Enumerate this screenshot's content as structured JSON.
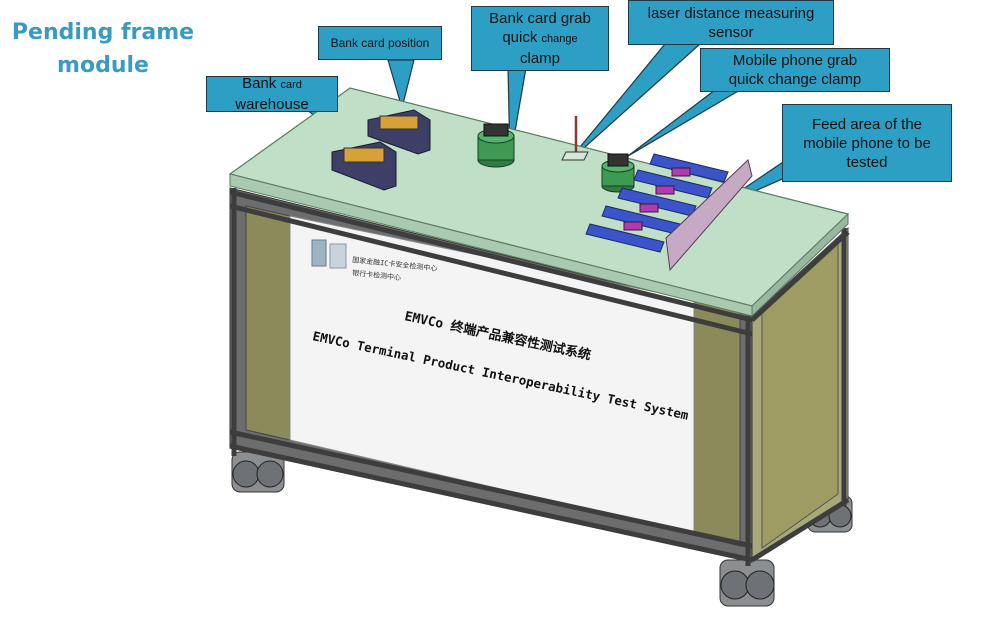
{
  "title": {
    "line1": "Pending frame",
    "line2": "module"
  },
  "callouts": {
    "bank_card_warehouse": {
      "part1": "Bank ",
      "part2": "card",
      "line2": "warehouse"
    },
    "bank_card_position": {
      "text": "Bank card position"
    },
    "bank_card_grab": {
      "line1": "Bank card grab",
      "line2a": "quick ",
      "line2b": "change",
      "line3": "clamp"
    },
    "laser_sensor": {
      "line1": "laser distance measuring",
      "line2": "sensor"
    },
    "mobile_grab": {
      "line1": "Mobile phone grab",
      "line2": "quick change clamp"
    },
    "feed_area": {
      "line1": "Feed area of the",
      "line2": "mobile phone to be",
      "line3": "tested"
    }
  },
  "panel": {
    "cn_title": "EMVCo 终端产品兼容性测试系统",
    "en_title": "EMVCo Terminal Product Interoperability Test System",
    "logo_line1": "国家金融IC卡安全检测中心",
    "logo_line2": "银行卡检测中心"
  },
  "colors": {
    "callout_fill": "#2d9fc4",
    "title_color": "#3a9bc1",
    "table_top": "#bfe0c7",
    "side_panel": "#8a8a5a",
    "frame": "#5a5a5a"
  }
}
